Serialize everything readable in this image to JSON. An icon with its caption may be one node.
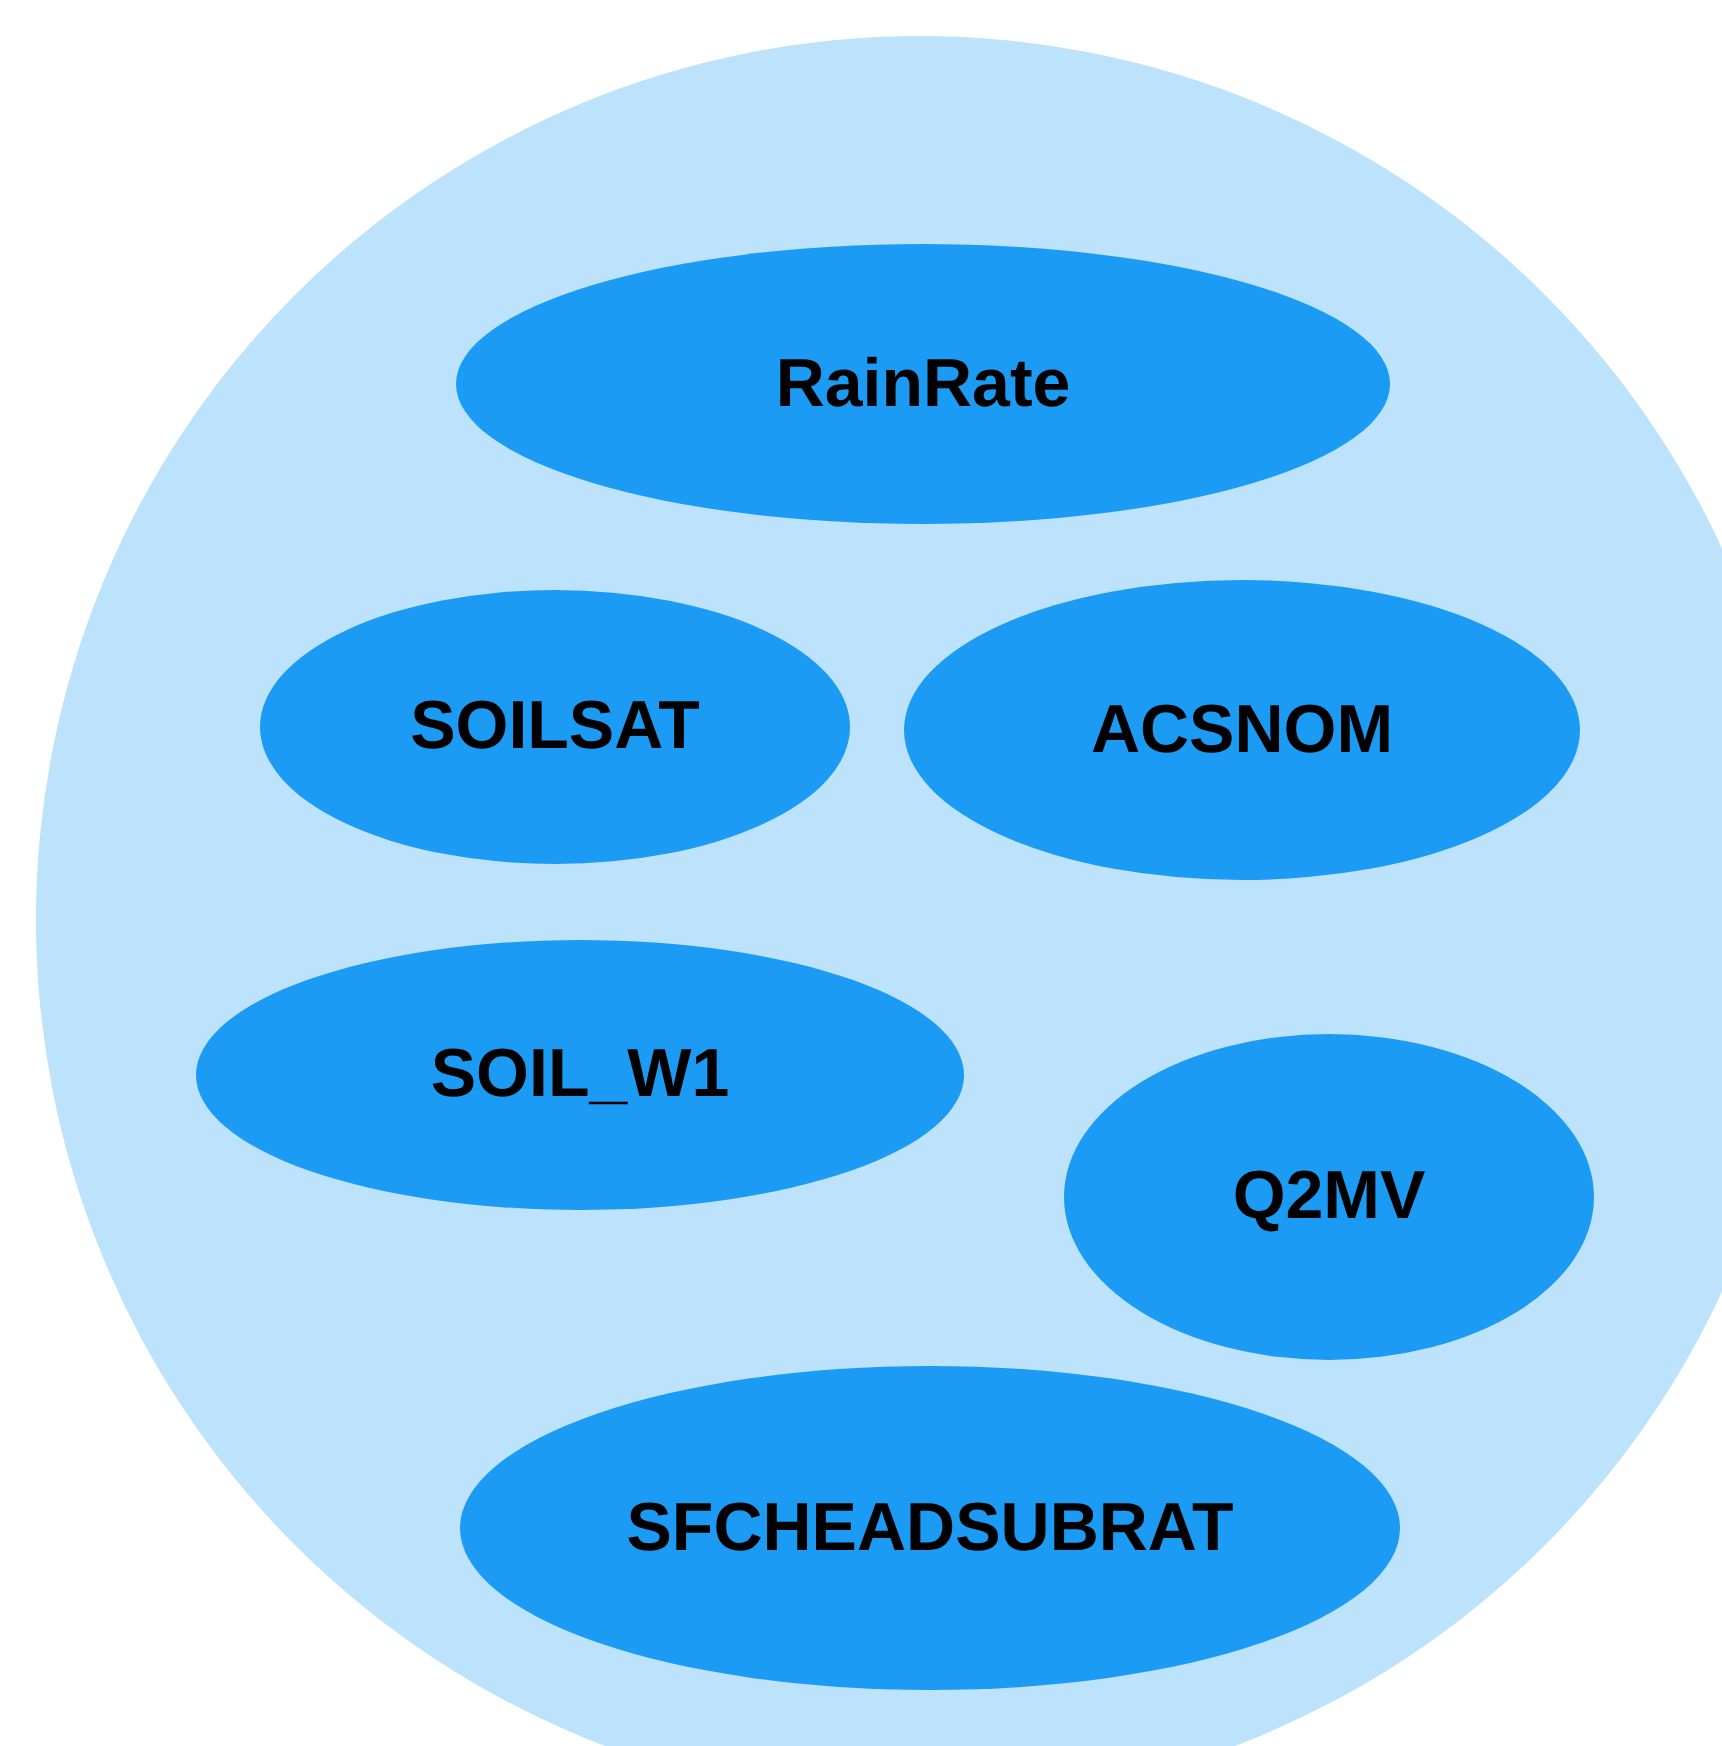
{
  "diagram": {
    "nodes": [
      {
        "text": [],
        "shape": "circle"
      },
      {
        "text": [
          "RainRate"
        ],
        "in": 0
      },
      {
        "text": [
          "SOILSAT"
        ],
        "in": 0
      },
      {
        "text": [
          "ACSNOM"
        ],
        "in": 0
      },
      {
        "text": [
          "SOIL_W1"
        ],
        "in": 0
      },
      {
        "text": [
          "Q2MV"
        ],
        "in": 0
      },
      {
        "text": [
          "SFCHEADSUBRAT"
        ],
        "in": 0
      }
    ]
  }
}
